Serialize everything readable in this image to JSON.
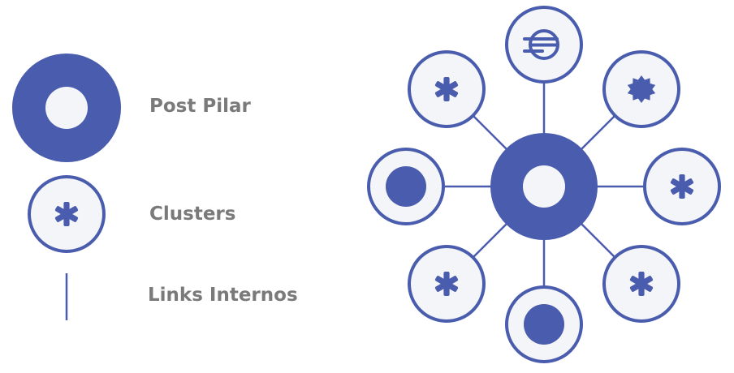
{
  "legend": {
    "pillar_label": "Post Pilar",
    "cluster_label": "Clusters",
    "links_label": "Links Internos"
  },
  "colors": {
    "primary": "#4a5cae",
    "fill_light": "#f4f5f8",
    "text_gray": "#7a7a7a"
  },
  "diagram": {
    "center": "pillar-post",
    "satellites": [
      {
        "position": "top",
        "icon": "hamburger-lines-icon"
      },
      {
        "position": "top-right",
        "icon": "badge-burst-icon"
      },
      {
        "position": "right",
        "icon": "asterisk-icon"
      },
      {
        "position": "bottom-right",
        "icon": "asterisk-icon"
      },
      {
        "position": "bottom",
        "icon": "filled-dot-icon"
      },
      {
        "position": "bottom-left",
        "icon": "asterisk-icon"
      },
      {
        "position": "left",
        "icon": "filled-dot-icon"
      },
      {
        "position": "top-left",
        "icon": "asterisk-icon"
      }
    ]
  }
}
